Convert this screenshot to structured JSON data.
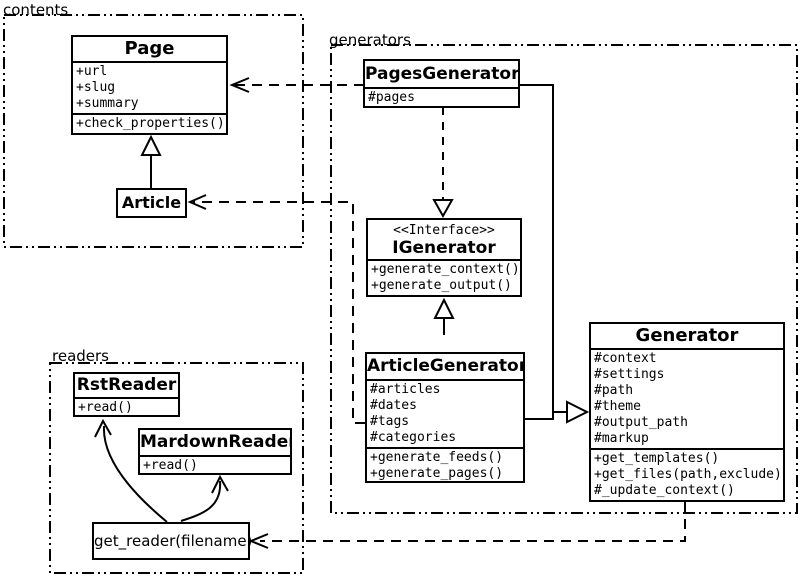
{
  "packages": {
    "contents": {
      "label": "contents"
    },
    "generators": {
      "label": "generators"
    },
    "readers": {
      "label": "readers"
    }
  },
  "classes": {
    "page": {
      "name": "Page",
      "attributes": [
        "+url",
        "+slug",
        "+summary"
      ],
      "methods": [
        "+check_properties()"
      ]
    },
    "article": {
      "name": "Article"
    },
    "pages_generator": {
      "name": "PagesGenerator",
      "attributes": [
        "#pages"
      ]
    },
    "igenerator": {
      "stereotype": "<<Interface>>",
      "name": "IGenerator",
      "methods": [
        "+generate_context()",
        "+generate_output()"
      ]
    },
    "article_generator": {
      "name": "ArticleGenerator",
      "attributes": [
        "#articles",
        "#dates",
        "#tags",
        "#categories"
      ],
      "methods": [
        "+generate_feeds()",
        "+generate_pages()"
      ]
    },
    "generator": {
      "name": "Generator",
      "attributes": [
        "#context",
        "#settings",
        "#path",
        "#theme",
        "#output_path",
        "#markup"
      ],
      "methods": [
        "+get_templates()",
        "+get_files(path,exclude)",
        "#_update_context()"
      ]
    },
    "rst_reader": {
      "name": "RstReader",
      "methods": [
        "+read()"
      ]
    },
    "mardown_reader": {
      "name": "MardownReader",
      "methods": [
        "+read()"
      ]
    },
    "get_reader": {
      "label": "get_reader(filename)"
    }
  },
  "colors": {
    "line": "#000000",
    "background": "#ffffff"
  }
}
